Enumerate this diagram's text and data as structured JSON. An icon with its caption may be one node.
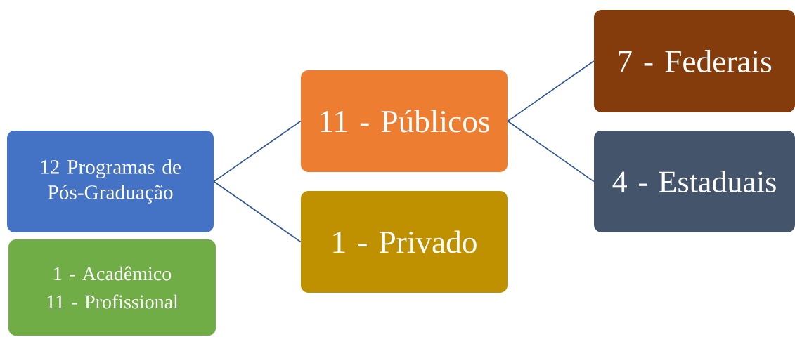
{
  "diagram": {
    "nodes": [
      {
        "text": [
          "12 Programas de Pós-Graduação"
        ]
      },
      {
        "text": [
          "1 - Acadêmico",
          "11 - Profissional"
        ]
      },
      {
        "text": [
          "11 - Públicos"
        ]
      },
      {
        "text": [
          "1 - Privado"
        ]
      },
      {
        "text": [
          "7 - Federais"
        ]
      },
      {
        "text": [
          "4 - Estaduais"
        ]
      }
    ],
    "edges": [
      {
        "from": 0,
        "to": 2,
        "arrow": "none"
      },
      {
        "from": 0,
        "to": 3,
        "arrow": "none"
      },
      {
        "from": 2,
        "to": 4,
        "arrow": "none"
      },
      {
        "from": 2,
        "to": 5,
        "arrow": "none"
      }
    ]
  }
}
